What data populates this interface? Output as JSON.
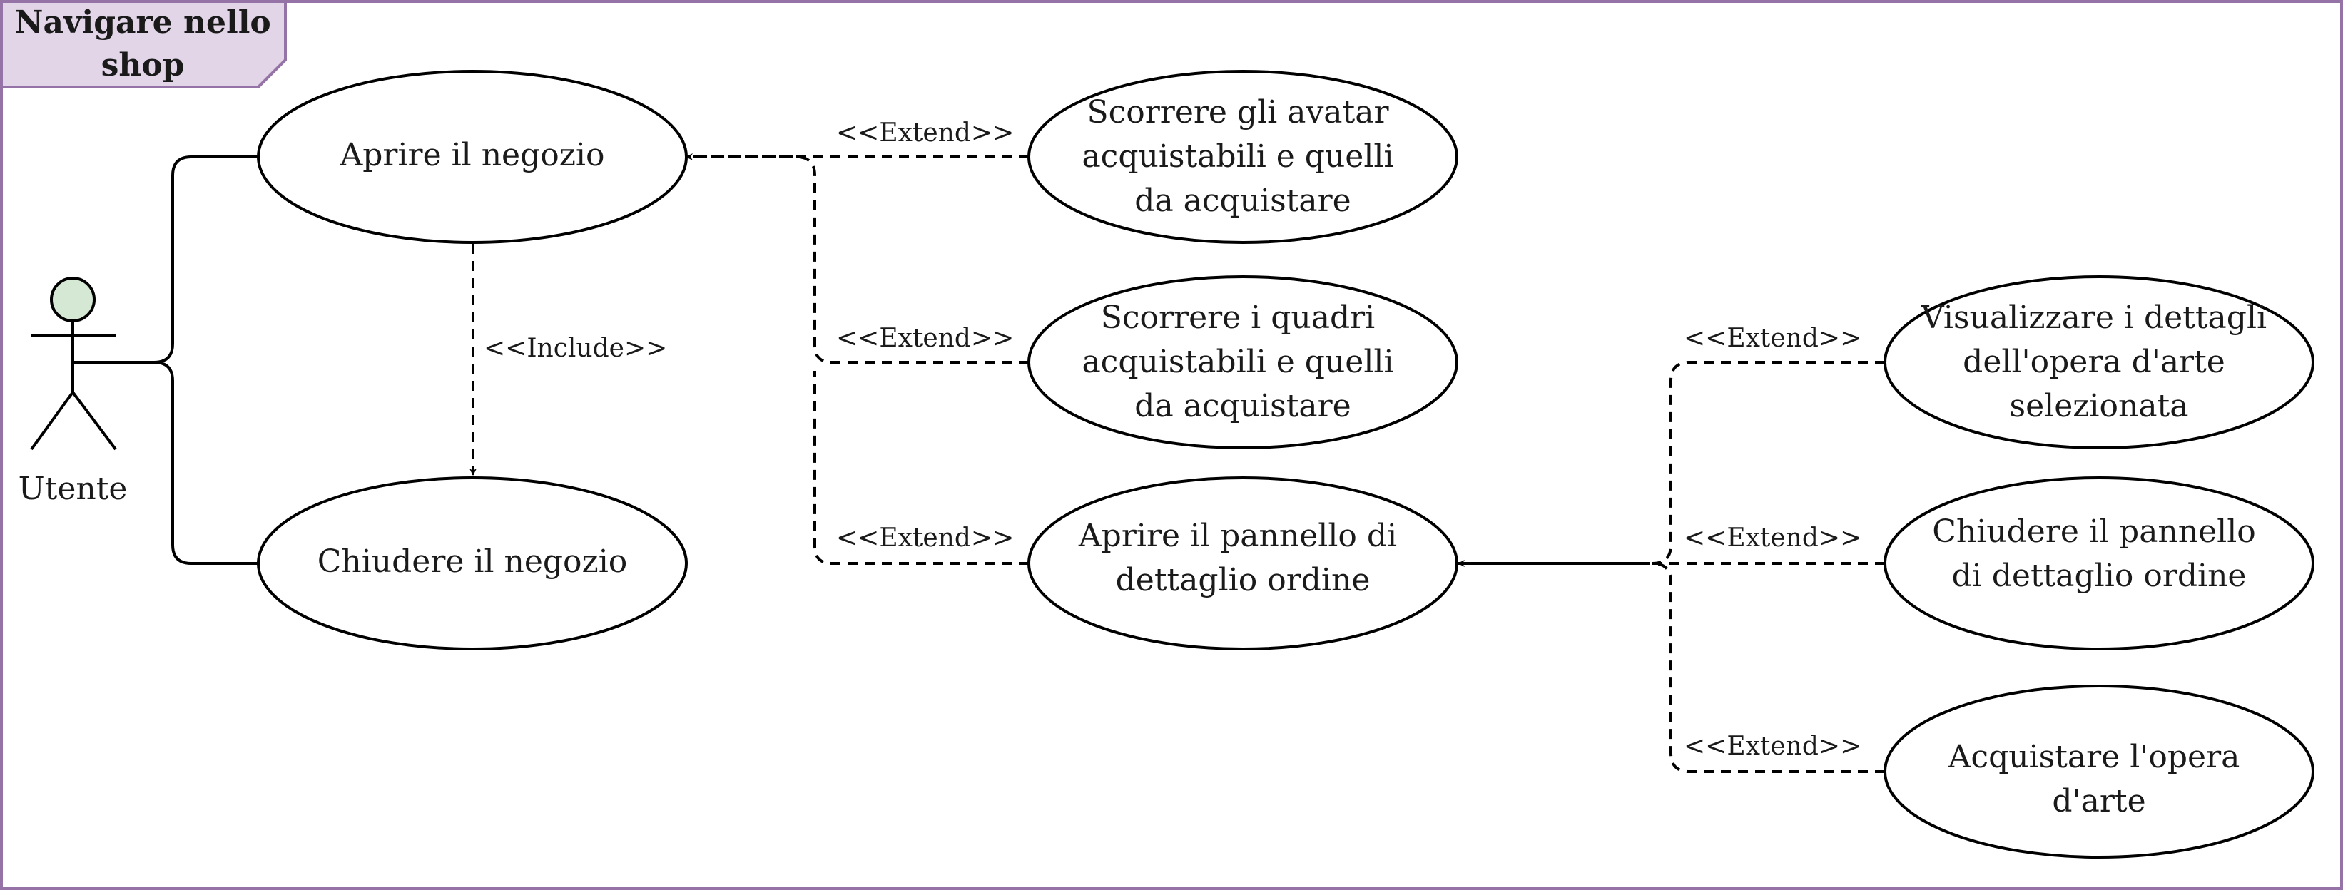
{
  "frame": {
    "title_line1": "Navigare nello",
    "title_line2": "shop",
    "border_color": "#9673a6",
    "tab_fill": "#e1d5e7"
  },
  "actor": {
    "label": "Utente",
    "head_fill": "#d5e8d4"
  },
  "use_cases": {
    "aprire_negozio": {
      "lines": [
        "Aprire il negozio"
      ]
    },
    "chiudere_negozio": {
      "lines": [
        "Chiudere il negozio"
      ]
    },
    "scorrere_avatar": {
      "lines": [
        "Scorrere gli avatar",
        "acquistabili e quelli",
        "da acquistare"
      ]
    },
    "scorrere_quadri": {
      "lines": [
        "Scorrere i quadri",
        "acquistabili e quelli",
        "da acquistare"
      ]
    },
    "aprire_pannello": {
      "lines": [
        "Aprire il pannello di",
        "dettaglio ordine"
      ]
    },
    "visualizzare_dettagli": {
      "lines": [
        "Visualizzare i dettagli",
        "dell'opera d'arte",
        "selezionata"
      ]
    },
    "chiudere_pannello": {
      "lines": [
        "Chiudere il pannello",
        "di dettaglio ordine"
      ]
    },
    "acquistare_opera": {
      "lines": [
        "Acquistare l'opera",
        "d'arte"
      ]
    }
  },
  "relations": {
    "include_label": "<<Include>>",
    "extend_avatar": "<<Extend>>",
    "extend_quadri": "<<Extend>>",
    "extend_pannello": "<<Extend>>",
    "extend_visualizzare": "<<Extend>>",
    "extend_chiudere_pannello": "<<Extend>>",
    "extend_acquistare": "<<Extend>>"
  }
}
